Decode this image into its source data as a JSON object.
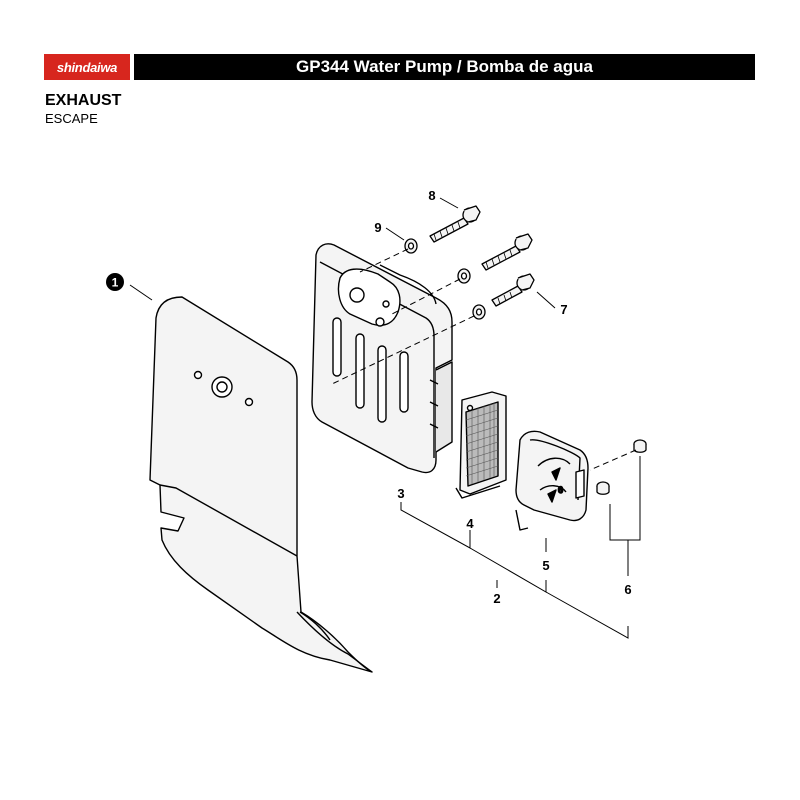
{
  "header": {
    "brand": "shindaiwa",
    "title": "GP344 Water Pump / Bomba de agua"
  },
  "section": {
    "title": "EXHAUST",
    "subtitle": "ESCAPE"
  },
  "callouts": {
    "c1": "1",
    "c2": "2",
    "c3": "3",
    "c4": "4",
    "c5": "5",
    "c6": "6",
    "c7": "7",
    "c8": "8",
    "c9": "9",
    "muffler_mark": "6"
  },
  "colors": {
    "brand_red": "#d7261e",
    "header_black": "#000000",
    "part_fill": "#f4f4f4",
    "line": "#000000"
  }
}
